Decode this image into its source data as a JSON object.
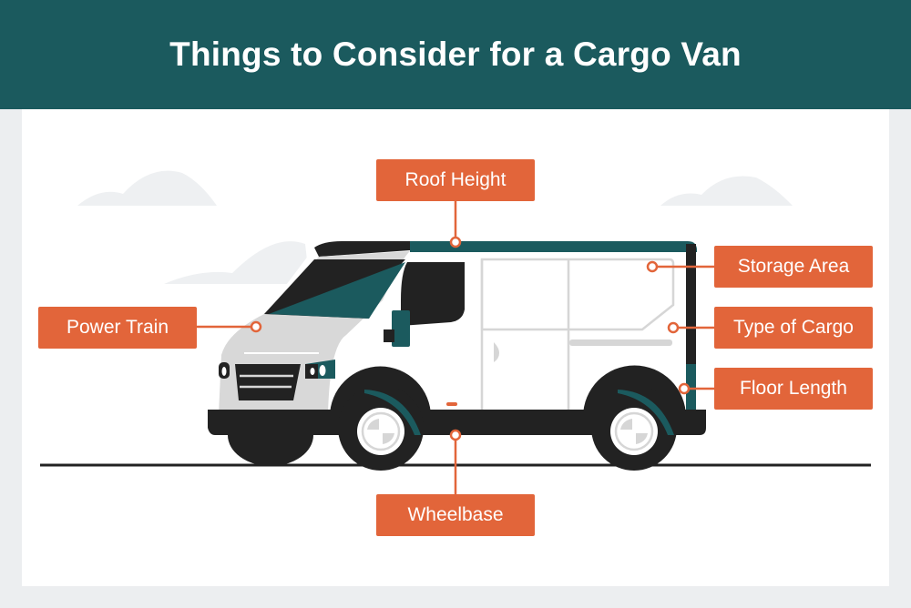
{
  "header": {
    "title": "Things to Consider for a Cargo Van"
  },
  "labels": {
    "roof_height": "Roof Height",
    "power_train": "Power Train",
    "storage_area": "Storage Area",
    "type_of_cargo": "Type of Cargo",
    "floor_length": "Floor Length",
    "wheelbase": "Wheelbase"
  },
  "colors": {
    "header": "#1b5a5e",
    "accent": "#e2653a",
    "dark": "#222222",
    "teal": "#1b5a5e"
  }
}
